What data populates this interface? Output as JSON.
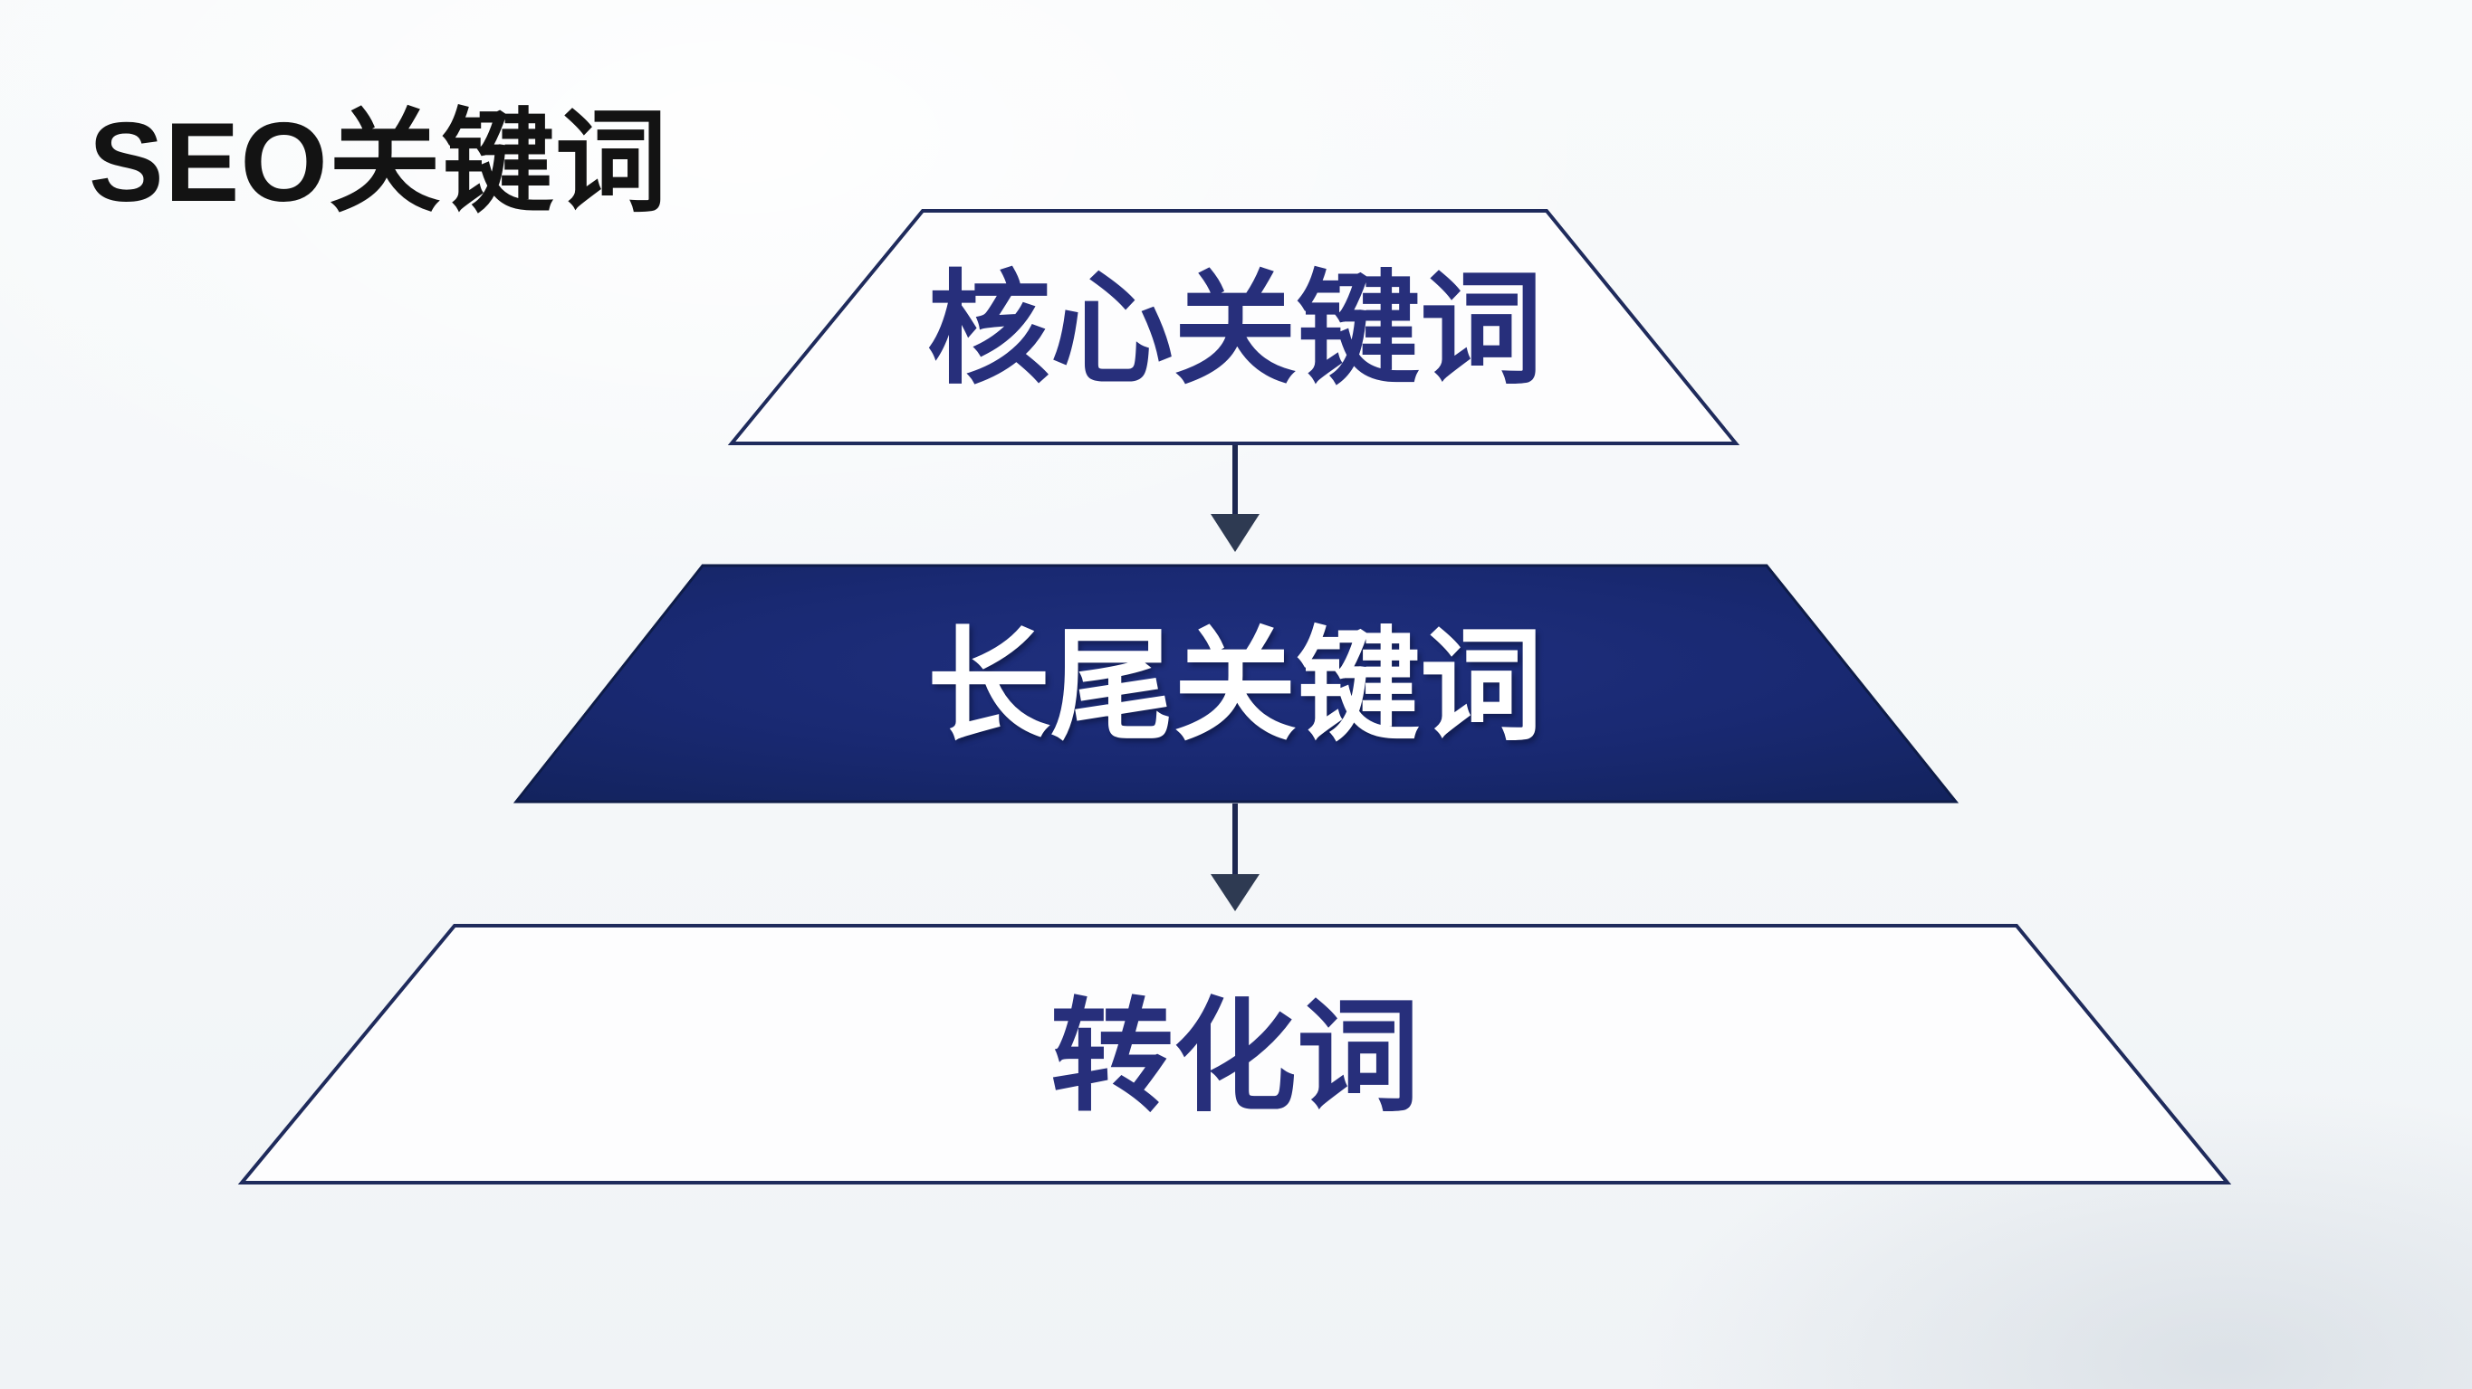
{
  "page": {
    "title": "SEO关键词"
  },
  "pyramid": {
    "levels": [
      {
        "label": "核心关键词",
        "style": "outlined"
      },
      {
        "label": "长尾关键词",
        "style": "filled"
      },
      {
        "label": "转化词",
        "style": "outlined"
      }
    ],
    "arrow_count": 2,
    "arrow_direction": "down"
  },
  "colors": {
    "title_text": "#131313",
    "outline_stroke": "#1f2b5c",
    "outline_fill": "#fdfdfe",
    "outline_label_text": "#272f7b",
    "filled_band": "#1b2b74",
    "filled_label_text": "#ffffff",
    "arrow": "#2e3a52",
    "background": "#f5f7f9"
  }
}
